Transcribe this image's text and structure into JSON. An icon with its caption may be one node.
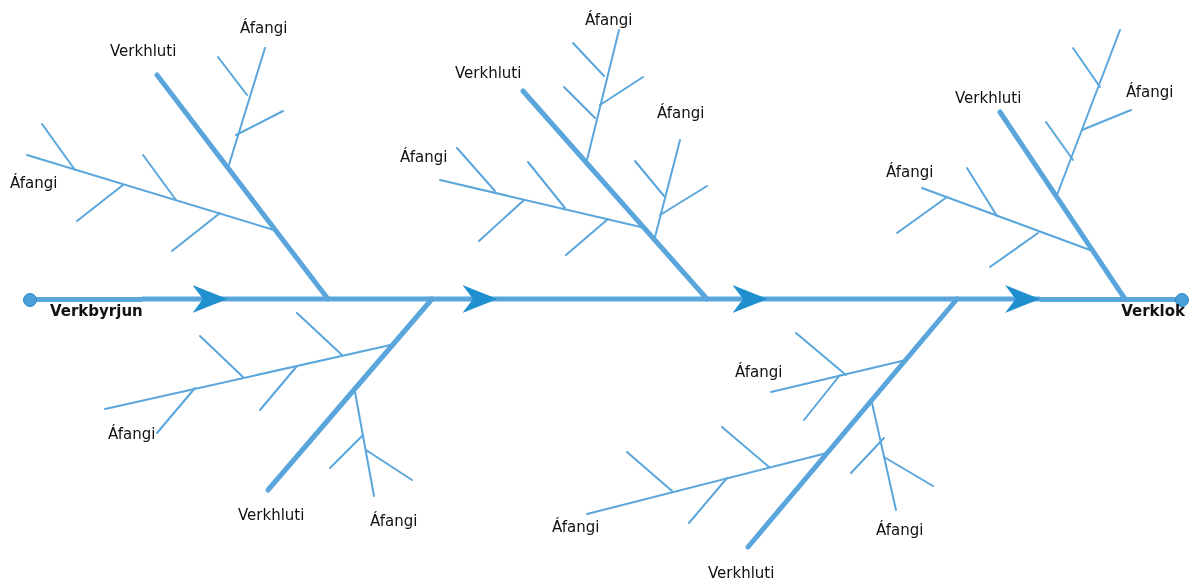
{
  "diagram": {
    "nodes": [
      {
        "text": [
          "Verkbyrjun"
        ]
      },
      {
        "text": [
          "Verklok"
        ]
      }
    ],
    "edges": [
      {
        "from": 0,
        "to": 1,
        "arrow": "to"
      }
    ],
    "labels": [
      "Áfangi",
      "Áfangi",
      "Verkhluti",
      "Verkhluti",
      "Áfangi",
      "Verkhluti",
      "Áfangi",
      "Áfangi",
      "Áfangi",
      "Áfangi",
      "Áfangi",
      "Áfangi",
      "Verkhluti",
      "Áfangi",
      "Áfangi",
      "Áfangi",
      "Verkhluti"
    ]
  }
}
